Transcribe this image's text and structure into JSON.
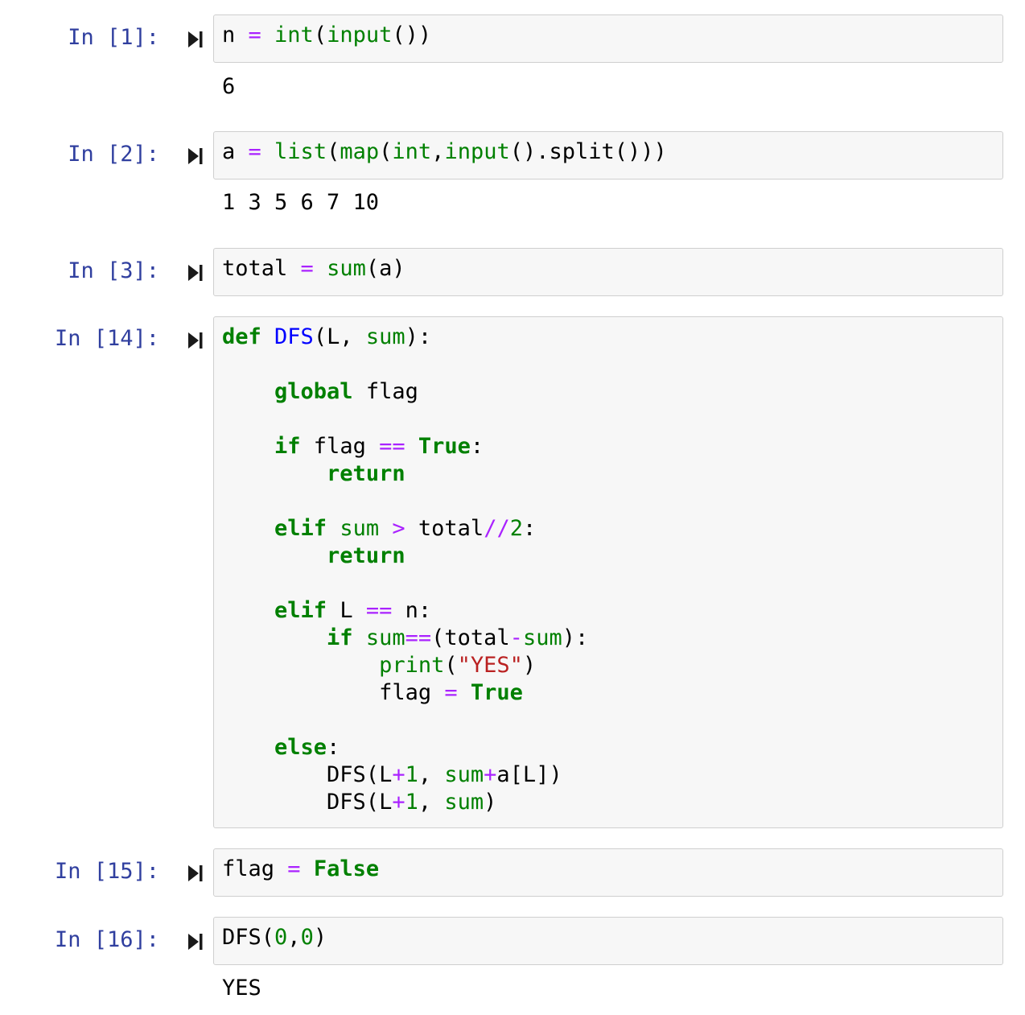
{
  "cells": [
    {
      "prompt": "In [1]:",
      "code_lines": [
        [
          {
            "t": "n "
          },
          {
            "t": "=",
            "c": "op"
          },
          {
            "t": " "
          },
          {
            "t": "int",
            "c": "bi"
          },
          {
            "t": "("
          },
          {
            "t": "input",
            "c": "bi"
          },
          {
            "t": "())"
          }
        ]
      ],
      "output": "6"
    },
    {
      "prompt": "In [2]:",
      "code_lines": [
        [
          {
            "t": "a "
          },
          {
            "t": "=",
            "c": "op"
          },
          {
            "t": " "
          },
          {
            "t": "list",
            "c": "bi"
          },
          {
            "t": "("
          },
          {
            "t": "map",
            "c": "bi"
          },
          {
            "t": "("
          },
          {
            "t": "int",
            "c": "bi"
          },
          {
            "t": ","
          },
          {
            "t": "input",
            "c": "bi"
          },
          {
            "t": "()."
          },
          {
            "t": "split"
          },
          {
            "t": "()))"
          }
        ]
      ],
      "output": "1 3 5 6 7 10"
    },
    {
      "prompt": "In [3]:",
      "code_lines": [
        [
          {
            "t": "total "
          },
          {
            "t": "=",
            "c": "op"
          },
          {
            "t": " "
          },
          {
            "t": "sum",
            "c": "bi"
          },
          {
            "t": "(a)"
          }
        ]
      ],
      "output": ""
    },
    {
      "prompt": "In [14]:",
      "code_lines": [
        [
          {
            "t": "def",
            "c": "kw"
          },
          {
            "t": " "
          },
          {
            "t": "DFS",
            "c": "fn"
          },
          {
            "t": "(L, "
          },
          {
            "t": "sum",
            "c": "bi"
          },
          {
            "t": "):"
          }
        ],
        [],
        [
          {
            "t": "    "
          },
          {
            "t": "global",
            "c": "kw"
          },
          {
            "t": " flag"
          }
        ],
        [],
        [
          {
            "t": "    "
          },
          {
            "t": "if",
            "c": "kw"
          },
          {
            "t": " flag "
          },
          {
            "t": "==",
            "c": "op"
          },
          {
            "t": " "
          },
          {
            "t": "True",
            "c": "kw"
          },
          {
            "t": ":"
          }
        ],
        [
          {
            "t": "        "
          },
          {
            "t": "return",
            "c": "kw"
          }
        ],
        [],
        [
          {
            "t": "    "
          },
          {
            "t": "elif",
            "c": "kw"
          },
          {
            "t": " "
          },
          {
            "t": "sum",
            "c": "bi"
          },
          {
            "t": " "
          },
          {
            "t": ">",
            "c": "op"
          },
          {
            "t": " total"
          },
          {
            "t": "//",
            "c": "op"
          },
          {
            "t": "2",
            "c": "num"
          },
          {
            "t": ":"
          }
        ],
        [
          {
            "t": "        "
          },
          {
            "t": "return",
            "c": "kw"
          }
        ],
        [],
        [
          {
            "t": "    "
          },
          {
            "t": "elif",
            "c": "kw"
          },
          {
            "t": " L "
          },
          {
            "t": "==",
            "c": "op"
          },
          {
            "t": " n:"
          }
        ],
        [
          {
            "t": "        "
          },
          {
            "t": "if",
            "c": "kw"
          },
          {
            "t": " "
          },
          {
            "t": "sum",
            "c": "bi"
          },
          {
            "t": "==",
            "c": "op"
          },
          {
            "t": "(total"
          },
          {
            "t": "-",
            "c": "op"
          },
          {
            "t": "sum",
            "c": "bi"
          },
          {
            "t": "):"
          }
        ],
        [
          {
            "t": "            "
          },
          {
            "t": "print",
            "c": "bi"
          },
          {
            "t": "("
          },
          {
            "t": "\"YES\"",
            "c": "str"
          },
          {
            "t": ")"
          }
        ],
        [
          {
            "t": "            flag "
          },
          {
            "t": "=",
            "c": "op"
          },
          {
            "t": " "
          },
          {
            "t": "True",
            "c": "kw"
          }
        ],
        [],
        [
          {
            "t": "    "
          },
          {
            "t": "else",
            "c": "kw"
          },
          {
            "t": ":"
          }
        ],
        [
          {
            "t": "        DFS(L"
          },
          {
            "t": "+",
            "c": "op"
          },
          {
            "t": "1",
            "c": "num"
          },
          {
            "t": ", "
          },
          {
            "t": "sum",
            "c": "bi"
          },
          {
            "t": "+",
            "c": "op"
          },
          {
            "t": "a[L])"
          }
        ],
        [
          {
            "t": "        DFS(L"
          },
          {
            "t": "+",
            "c": "op"
          },
          {
            "t": "1",
            "c": "num"
          },
          {
            "t": ", "
          },
          {
            "t": "sum",
            "c": "bi"
          },
          {
            "t": ")"
          }
        ]
      ],
      "output": ""
    },
    {
      "prompt": "In [15]:",
      "code_lines": [
        [
          {
            "t": "flag "
          },
          {
            "t": "=",
            "c": "op"
          },
          {
            "t": " "
          },
          {
            "t": "False",
            "c": "kw"
          }
        ]
      ],
      "output": ""
    },
    {
      "prompt": "In [16]:",
      "code_lines": [
        [
          {
            "t": "DFS("
          },
          {
            "t": "0",
            "c": "num"
          },
          {
            "t": ","
          },
          {
            "t": "0",
            "c": "num"
          },
          {
            "t": ")"
          }
        ]
      ],
      "output": "YES"
    }
  ]
}
